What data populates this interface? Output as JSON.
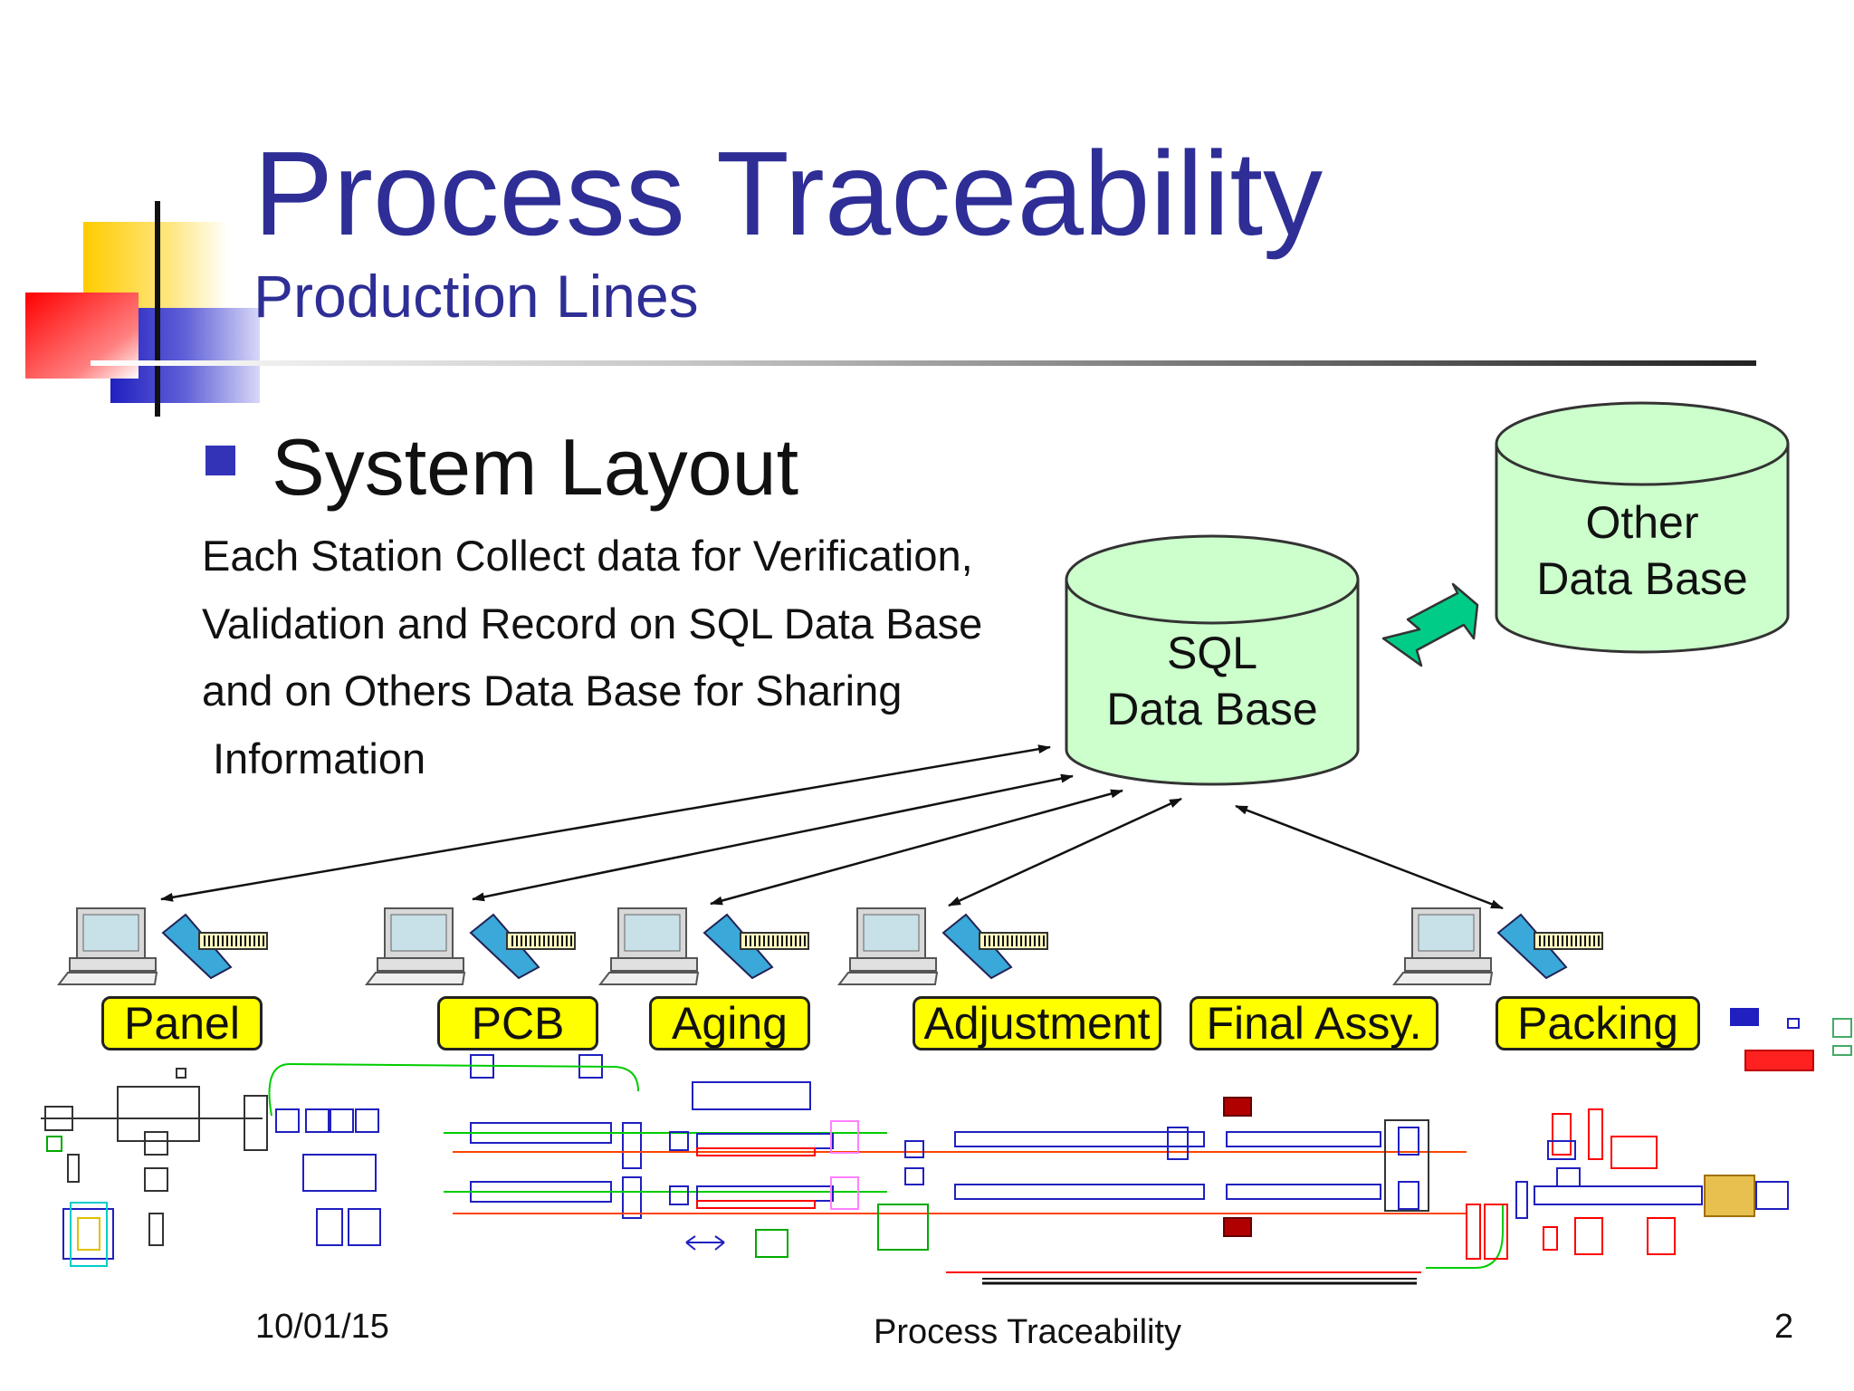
{
  "slide": {
    "title": "Process Traceability",
    "subtitle": "Production Lines",
    "bullet": "System Layout",
    "body_lines": [
      "Each Station Collect data for Verification,",
      "Validation and Record on SQL Data Base",
      "and on Others Data Base for Sharing",
      "Information"
    ]
  },
  "databases": {
    "sql": {
      "line1": "SQL",
      "line2": "Data Base"
    },
    "other": {
      "line1": "Other",
      "line2": "Data Base"
    }
  },
  "stages": [
    "Panel",
    "PCB",
    "Aging",
    "Adjustment",
    "Final Assy.",
    "Packing"
  ],
  "footer": {
    "date": "10/01/15",
    "title": "Process Traceability",
    "page": "2"
  },
  "colors": {
    "title": "#2e2e96",
    "db_fill": "#ccffcc",
    "stage_fill": "#ffff00",
    "sync_arrow": "#00cc88"
  }
}
